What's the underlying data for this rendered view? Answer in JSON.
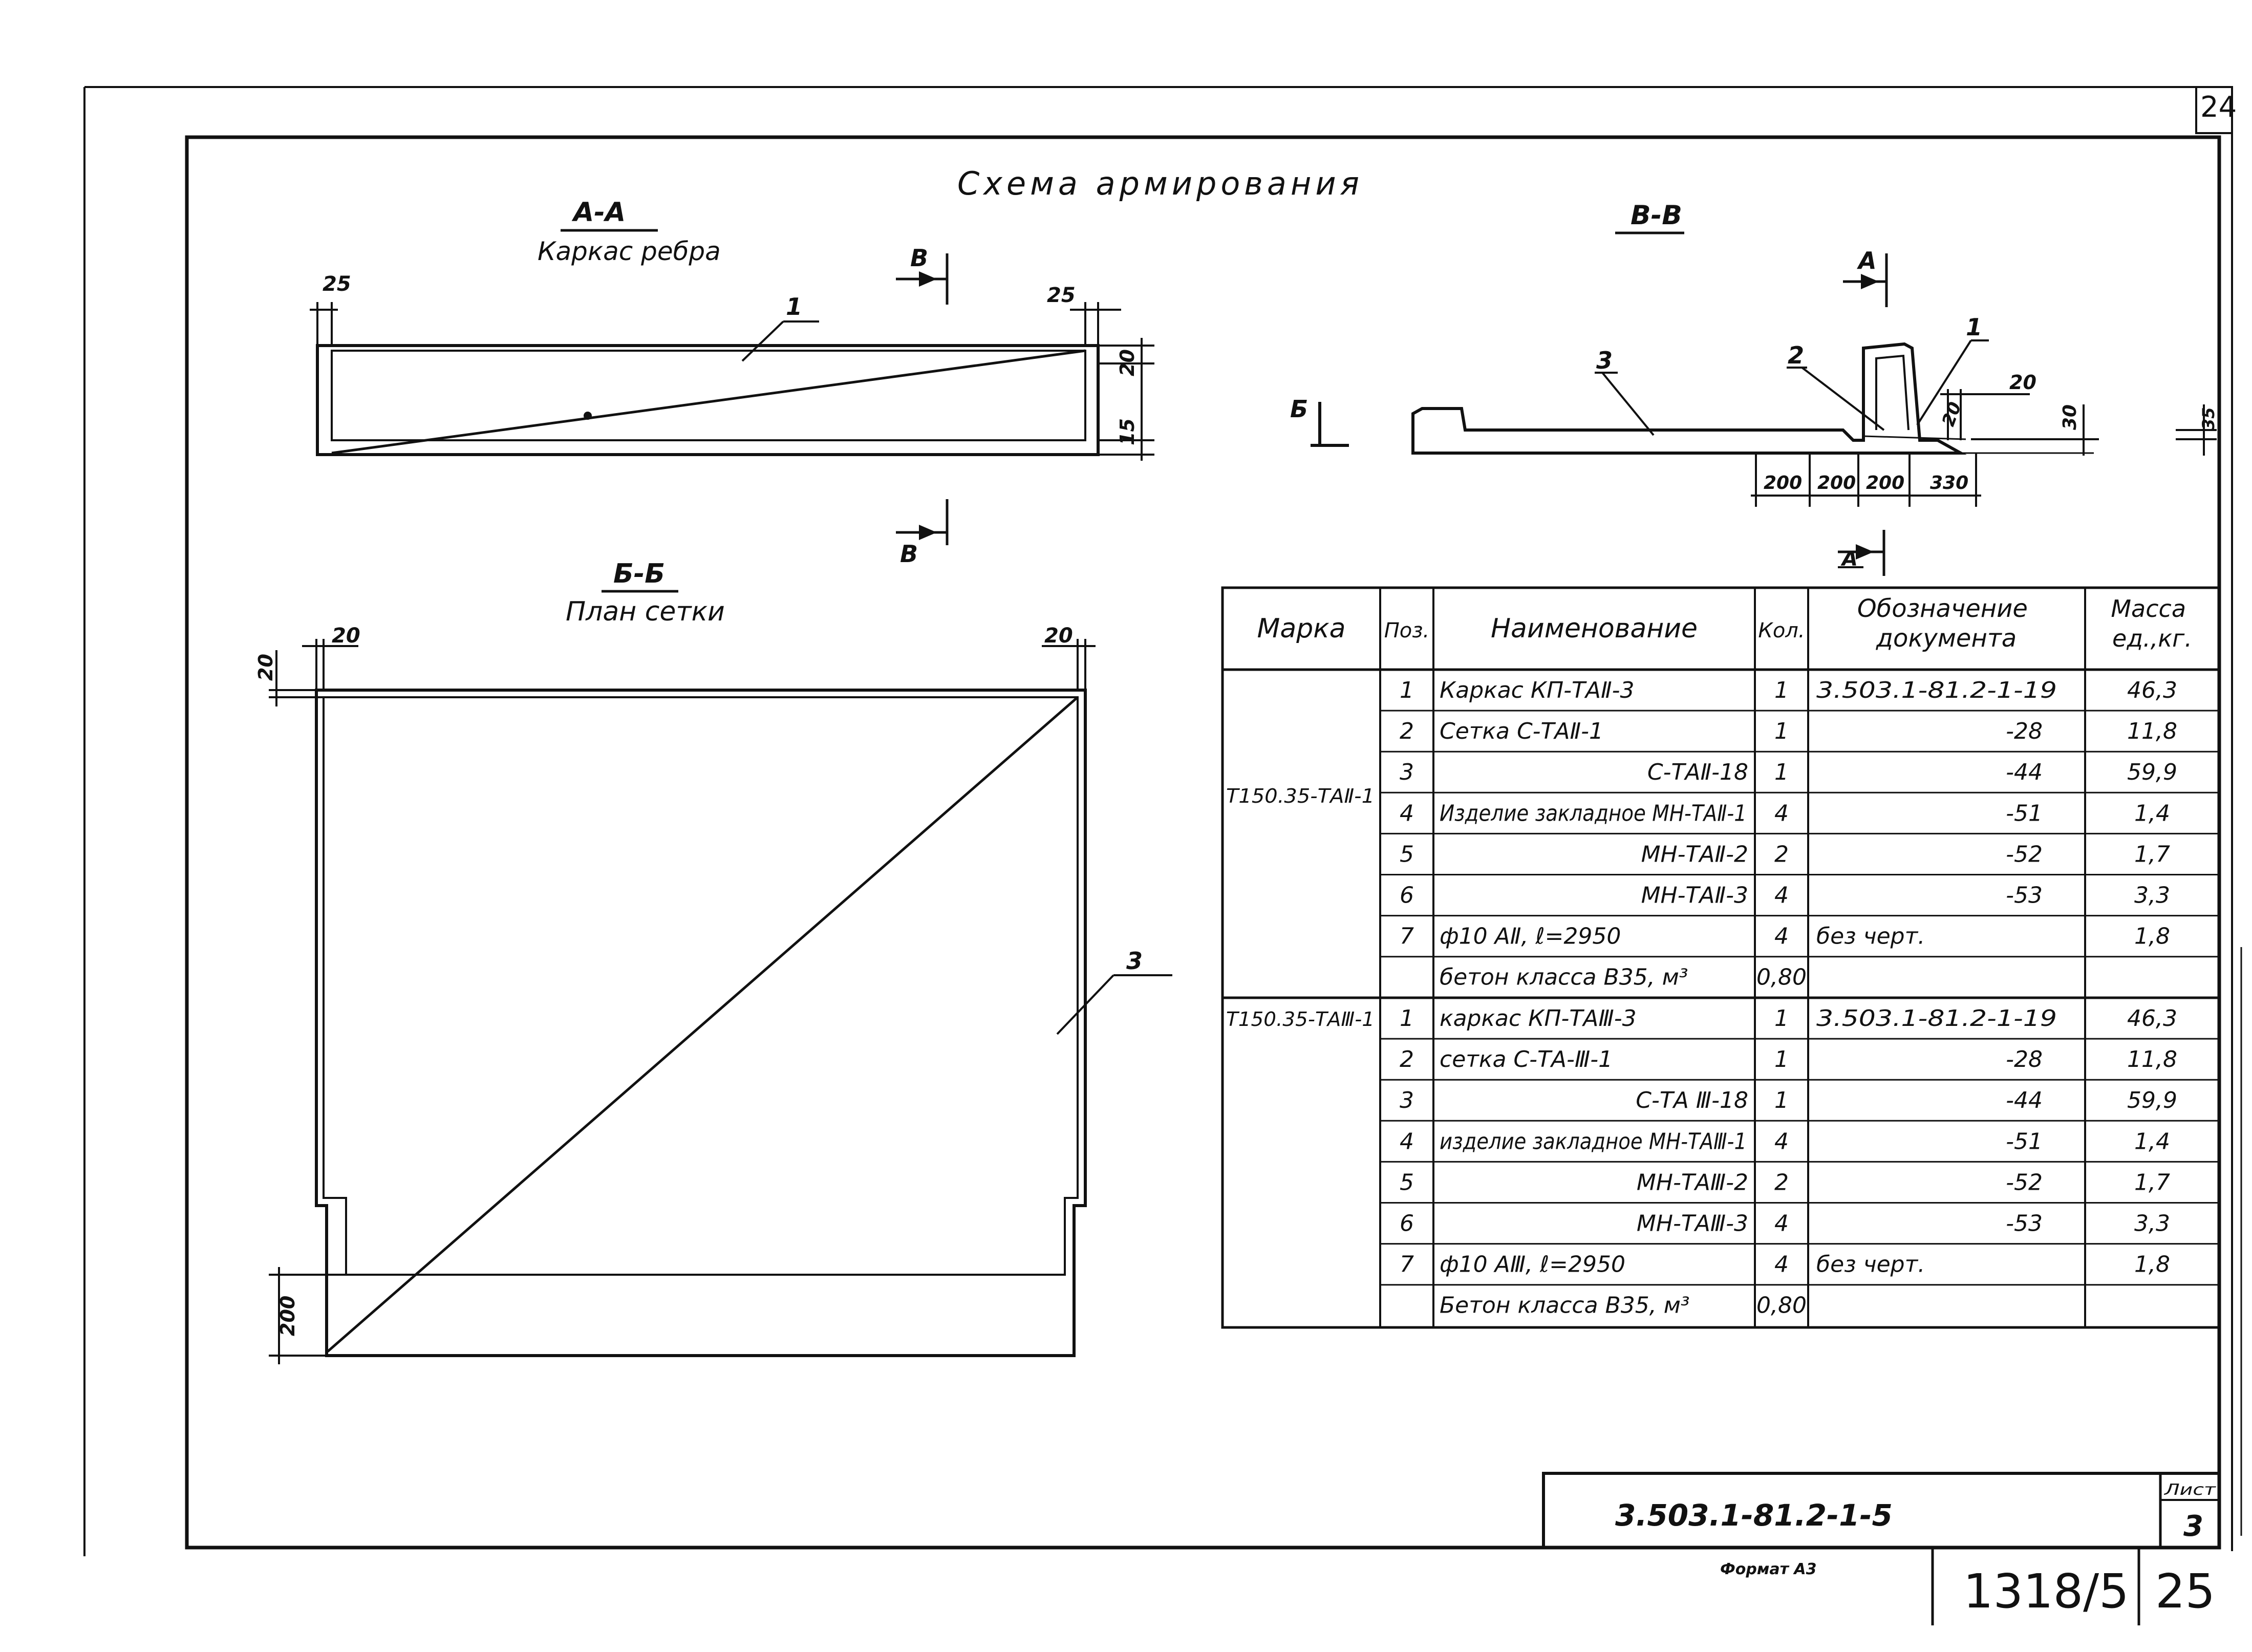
{
  "sheet": {
    "corner_page": "24",
    "title": "Схема армирования",
    "doc_code": "3.503.1-81.2-1-5",
    "list_label": "Лист",
    "list_number": "3",
    "format_label": "Формат А3",
    "archive_number": "1318/5",
    "archive_page": "25"
  },
  "views": {
    "aa": {
      "heading": "А-А",
      "subtitle": "Каркас ребра",
      "dim_left": "25",
      "dim_right": "25",
      "dim_top": "20",
      "dim_bottom": "15",
      "leader": "1",
      "cut_label_top": "В",
      "cut_label_bottom": "В"
    },
    "bb": {
      "heading": "Б-Б",
      "subtitle": "План сетки",
      "dim_left": "20",
      "dim_right": "20",
      "dim_top": "20",
      "dim_base": "200",
      "leader": "3"
    },
    "vv": {
      "heading": "В-В",
      "cut_label_top": "А",
      "cut_label_bottom": "А",
      "side_label": "Б",
      "leader_1": "1",
      "leader_2": "2",
      "leader_3": "3",
      "dim_20_top": "20",
      "dim_20_rib": "20",
      "dim_30": "30",
      "dim_35": "35",
      "dims_bottom": [
        "200",
        "200",
        "200",
        "330"
      ]
    }
  },
  "table": {
    "headers": {
      "mark": "Марка",
      "pos": "Поз.",
      "name": "Наименование",
      "qty": "Кол.",
      "doc": "Обозначение документа",
      "mass": "Масса ед.,кг."
    },
    "groups": [
      {
        "mark": "Т150.35-ТАⅡ-1",
        "rows": [
          {
            "pos": "1",
            "name": "Каркас КП-ТАⅡ-3",
            "qty": "1",
            "doc": "3.503.1-81.2-1-19",
            "mass": "46,3"
          },
          {
            "pos": "2",
            "name": "Сетка С-ТАⅡ-1",
            "qty": "1",
            "doc": "-28",
            "mass": "11,8"
          },
          {
            "pos": "3",
            "name": "С-ТАⅡ-18",
            "qty": "1",
            "doc": "-44",
            "mass": "59,9"
          },
          {
            "pos": "4",
            "name": "Изделие закладное МН-ТАⅡ-1",
            "qty": "4",
            "doc": "-51",
            "mass": "1,4"
          },
          {
            "pos": "5",
            "name": "МН-ТАⅡ-2",
            "qty": "2",
            "doc": "-52",
            "mass": "1,7"
          },
          {
            "pos": "6",
            "name": "МН-ТАⅡ-3",
            "qty": "4",
            "doc": "-53",
            "mass": "3,3"
          },
          {
            "pos": "7",
            "name": "ф10 АⅡ, ℓ=2950",
            "qty": "4",
            "doc": "без черт.",
            "mass": "1,8"
          },
          {
            "pos": "",
            "name": "бетон класса В35, м³",
            "qty": "0,80",
            "doc": "",
            "mass": ""
          }
        ]
      },
      {
        "mark": "Т150.35-ТАⅢ-1",
        "rows": [
          {
            "pos": "1",
            "name": "каркас КП-ТАⅢ-3",
            "qty": "1",
            "doc": "3.503.1-81.2-1-19",
            "mass": "46,3"
          },
          {
            "pos": "2",
            "name": "сетка С-ТА-Ⅲ-1",
            "qty": "1",
            "doc": "-28",
            "mass": "11,8"
          },
          {
            "pos": "3",
            "name": "С-ТА Ⅲ-18",
            "qty": "1",
            "doc": "-44",
            "mass": "59,9"
          },
          {
            "pos": "4",
            "name": "изделие закладное МН-ТАⅢ-1",
            "qty": "4",
            "doc": "-51",
            "mass": "1,4"
          },
          {
            "pos": "5",
            "name": "МН-ТАⅢ-2",
            "qty": "2",
            "doc": "-52",
            "mass": "1,7"
          },
          {
            "pos": "6",
            "name": "МН-ТАⅢ-3",
            "qty": "4",
            "doc": "-53",
            "mass": "3,3"
          },
          {
            "pos": "7",
            "name": "ф10 АⅢ, ℓ=2950",
            "qty": "4",
            "doc": "без черт.",
            "mass": "1,8"
          },
          {
            "pos": "",
            "name": "Бетон класса В35, м³",
            "qty": "0,80",
            "doc": "",
            "mass": ""
          }
        ]
      }
    ]
  }
}
